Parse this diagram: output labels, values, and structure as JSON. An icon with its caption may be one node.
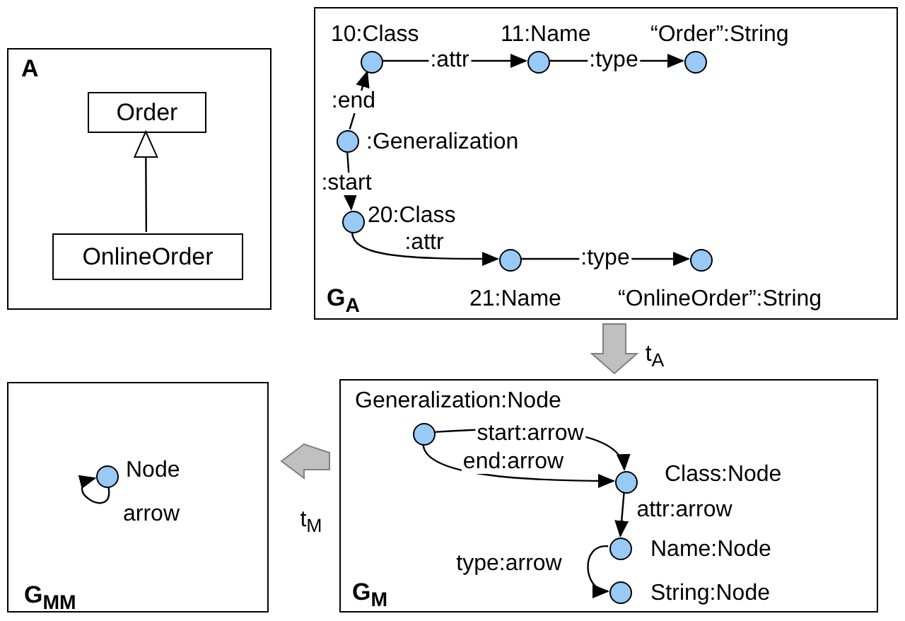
{
  "diagram": {
    "nodes": [
      {
        "text": [
          "A"
        ]
      },
      {
        "text": [
          "Order"
        ],
        "in": 0
      },
      {
        "text": [
          "OnlineOrder"
        ],
        "in": 0
      },
      {
        "text": [
          "G$_{A}$"
        ]
      },
      {
        "text": [
          "10:Class"
        ],
        "in": 3
      },
      {
        "text": [
          "11:Name"
        ],
        "in": 3
      },
      {
        "text": [
          "“Order”:String"
        ],
        "in": 3
      },
      {
        "text": [
          ":Generalization"
        ],
        "in": 3
      },
      {
        "text": [
          "20:Class"
        ],
        "in": 3
      },
      {
        "text": [
          "21:Name"
        ],
        "in": 3
      },
      {
        "text": [
          "“OnlineOrder”:String"
        ],
        "in": 3
      },
      {
        "text": [
          "G$_{M}$"
        ]
      },
      {
        "text": [
          "Generalization:Node"
        ],
        "in": 11
      },
      {
        "text": [
          "Class:Node"
        ],
        "in": 11
      },
      {
        "text": [
          "Name:Node"
        ],
        "in": 11
      },
      {
        "text": [
          "String:Node"
        ],
        "in": 11
      },
      {
        "text": [
          "G$_{MM}$"
        ]
      },
      {
        "text": [
          "Node"
        ],
        "in": 16
      }
    ],
    "edges": [
      {
        "from": 2,
        "to": 1,
        "arrow": "to"
      },
      {
        "from": 4,
        "to": 5,
        "arrow": "to",
        "label": ":attr"
      },
      {
        "from": 5,
        "to": 6,
        "arrow": "to",
        "label": ":type"
      },
      {
        "from": 7,
        "to": 4,
        "arrow": "to",
        "label": ":end"
      },
      {
        "from": 7,
        "to": 8,
        "arrow": "to",
        "label": ":start"
      },
      {
        "from": 8,
        "to": 9,
        "arrow": "to",
        "label": ":attr"
      },
      {
        "from": 9,
        "to": 10,
        "arrow": "to",
        "label": ":type"
      },
      {
        "from": 12,
        "to": 13,
        "arrow": "to",
        "label": "start:arrow"
      },
      {
        "from": 12,
        "to": 13,
        "arrow": "to",
        "label": "end:arrow"
      },
      {
        "from": 13,
        "to": 14,
        "arrow": "to",
        "label": "attr:arrow"
      },
      {
        "from": 14,
        "to": 15,
        "arrow": "to",
        "label": "type:arrow"
      },
      {
        "from": 17,
        "to": 17,
        "arrow": "to",
        "label": "arrow"
      },
      {
        "from": 3,
        "to": 11,
        "arrow": "to",
        "label": "t$_{A}$",
        "style": "thick",
        "color": "#c0c0c0"
      },
      {
        "from": 11,
        "to": 16,
        "arrow": "to",
        "label": "t$_{M}$",
        "style": "thick",
        "color": "#c0c0c0"
      }
    ]
  }
}
